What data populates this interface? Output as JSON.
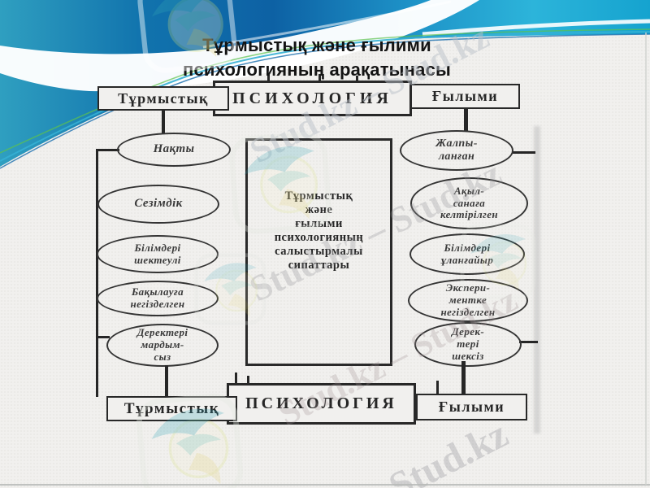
{
  "slide": {
    "title": {
      "line1": "Тұрмыстық және ғылими",
      "line2": "психологияның арақатынасы"
    }
  },
  "diagram": {
    "top_row": {
      "left": "Тұрмыстық",
      "center": "ПСИХОЛОГИЯ",
      "right": "Ғылыми"
    },
    "bottom_row": {
      "left": "Тұрмыстық",
      "center": "ПСИХОЛОГИЯ",
      "right": "Ғылыми"
    },
    "center_box": {
      "line1": "Тұрмыстық",
      "line2": "және",
      "line3": "ғылыми",
      "line4": "психологияның",
      "line5": "салыстырмалы",
      "line6": "сипаттары"
    },
    "left_ovals": {
      "o1": {
        "line1": "Нақты"
      },
      "o2": {
        "line1": "Сезімдік"
      },
      "o3": {
        "line1": "Білімдері",
        "line2": "шектеулі"
      },
      "o4": {
        "line1": "Бақылауға",
        "line2": "негізделген"
      },
      "o5": {
        "line1": "Деректері",
        "line2": "мардым-",
        "line3": "сыз"
      }
    },
    "right_ovals": {
      "o1": {
        "line1": "Жалпы-",
        "line2": "ланған"
      },
      "o2": {
        "line1": "Ақыл-",
        "line2": "санаға",
        "line3": "келтірілген"
      },
      "o3": {
        "line1": "Білімдері",
        "line2": "ұланғайыр"
      },
      "o4": {
        "line1": "Экспери-",
        "line2": "ментке",
        "line3": "негізделген"
      },
      "o5": {
        "line1": "Дерек-",
        "line2": "тері",
        "line3": "шексіз"
      }
    }
  },
  "watermarks": {
    "double": "Stud.kz – Stud.kz",
    "single": "Stud.kz"
  },
  "colors": {
    "band_deep_blue": "#0d61a4",
    "band_teal": "#2f9fc0",
    "band_cyan": "#2cb4da",
    "accent_green": "#5cc24e",
    "accent_cyan": "#35b0d4",
    "ink": "#262626",
    "paper": "#f1f0ee"
  }
}
